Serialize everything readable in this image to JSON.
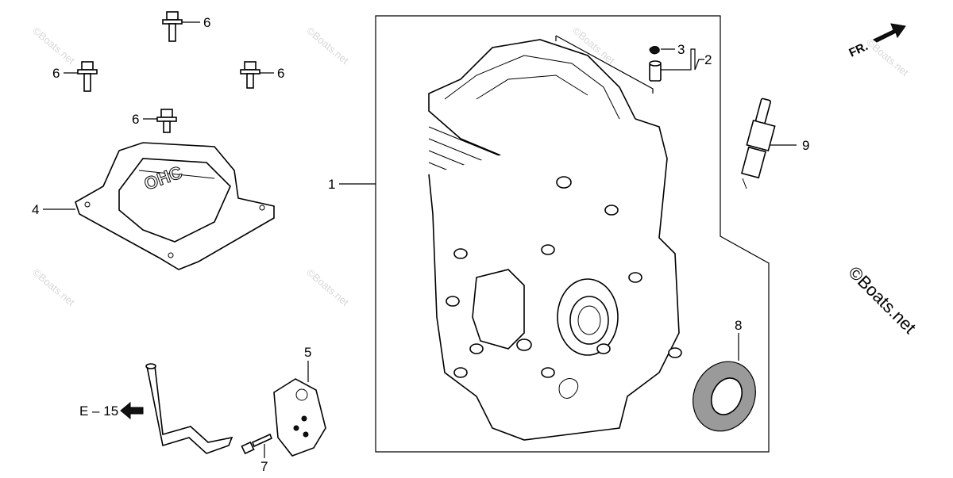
{
  "watermarks": {
    "repeated": "©Boats.net",
    "corner": "©Boats.net"
  },
  "front_indicator": {
    "label": "FR."
  },
  "reference": {
    "label": "E – 15"
  },
  "callouts": {
    "p1": "1",
    "p2": "2",
    "p3": "3",
    "p4": "4",
    "p5": "5",
    "p6a": "6",
    "p6b": "6",
    "p6c": "6",
    "p6d": "6",
    "p7": "7",
    "p8": "8",
    "p9": "9"
  },
  "head_cover_emboss": "OHC"
}
